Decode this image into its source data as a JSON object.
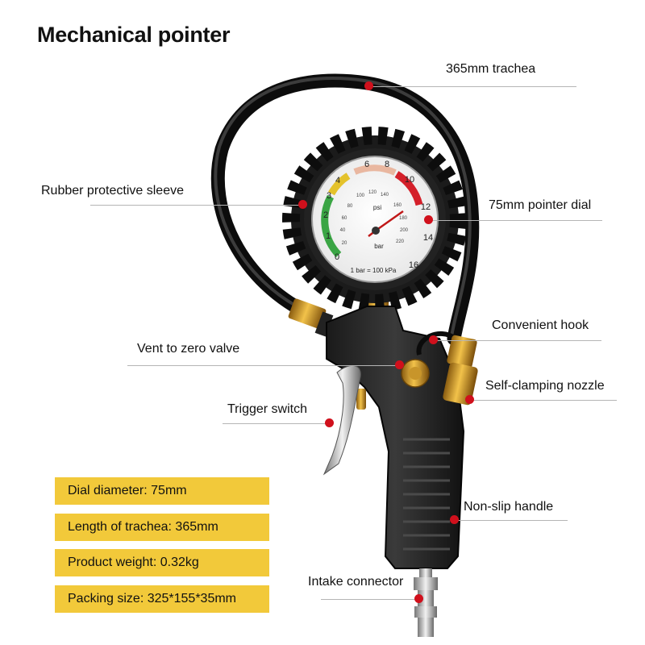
{
  "title": "Mechanical pointer",
  "gauge": {
    "bar_ticks": [
      "0",
      "1",
      "2",
      "3",
      "4",
      "6",
      "8",
      "10",
      "12",
      "14",
      "16"
    ],
    "psi_ticks": [
      "20",
      "40",
      "60",
      "80",
      "100",
      "120",
      "140",
      "160",
      "180",
      "200",
      "220"
    ],
    "unit_psi": "psi",
    "unit_bar": "bar",
    "footnote": "1 bar = 100 kPa"
  },
  "callouts": {
    "trachea": "365mm trachea",
    "sleeve": "Rubber protective sleeve",
    "dial": "75mm pointer dial",
    "hook": "Convenient hook",
    "vent": "Vent to zero valve",
    "nozzle": "Self-clamping nozzle",
    "trigger": "Trigger switch",
    "handle": "Non-slip handle",
    "intake": "Intake connector"
  },
  "specs": [
    "Dial diameter: 75mm",
    "Length of trachea: 365mm",
    "Product weight: 0.32kg",
    "Packing size: 325*155*35mm"
  ],
  "colors": {
    "accent_dot": "#d0101c",
    "spec_box": "#f2c93a",
    "gauge_green": "#3aa544",
    "gauge_yellow": "#e4c22b",
    "gauge_red": "#d4202a"
  }
}
